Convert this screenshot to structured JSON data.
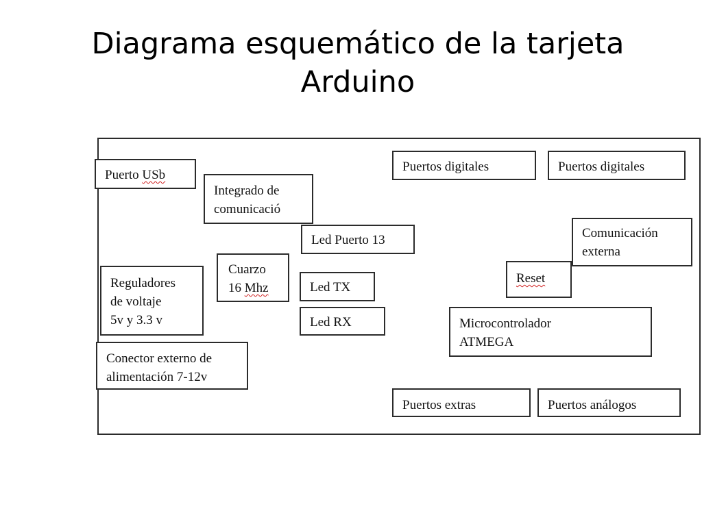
{
  "title": {
    "line1": "Diagrama esquemático de la tarjeta",
    "line2": "Arduino"
  },
  "blocks": {
    "usb": {
      "word1": "Puerto",
      "word2": "USb"
    },
    "comm_chip": {
      "line1": "Integrado de",
      "line2": "comunicació"
    },
    "led_13": {
      "line1": "Led Puerto 13"
    },
    "quartz": {
      "line1": "Cuarzo",
      "line2_num": "16",
      "line2_unit": "Mhz"
    },
    "led_tx": {
      "line1": "Led TX"
    },
    "led_rx": {
      "line1": "Led RX"
    },
    "voltage_regulators": {
      "line1": "Reguladores",
      "line2": "de voltaje",
      "line3": "5v y 3.3 v"
    },
    "power_connector": {
      "line1": "Conector externo de",
      "line2": "alimentación 7-12v"
    },
    "digital_ports_1": {
      "line1": "Puertos digitales"
    },
    "digital_ports_2": {
      "line1": "Puertos digitales"
    },
    "external_comm": {
      "line1": "Comunicación",
      "line2": "externa"
    },
    "reset": {
      "line1": "Reset"
    },
    "microcontroller": {
      "line1": "Microcontrolador",
      "line2": "ATMEGA"
    },
    "extra_ports": {
      "line1": "Puertos extras"
    },
    "analog_ports": {
      "line1": "Puertos análogos"
    }
  }
}
